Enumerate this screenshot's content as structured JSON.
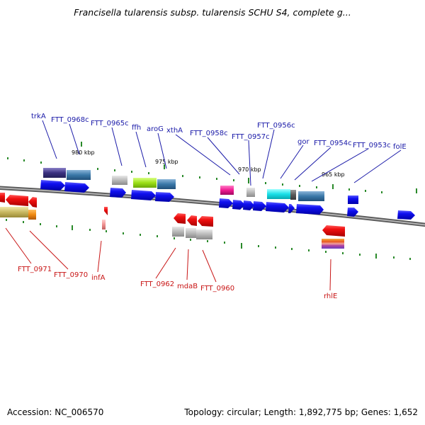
{
  "title": "Francisella tularensis subsp. tularensis SCHU S4, complete g...",
  "footer": {
    "accession": "Accession: NC_006570",
    "topology": "Topology: circular; Length: 1,892,775 bp; Genes: 1,652"
  },
  "kbp_ticks": [
    "980 kbp",
    "975 kbp",
    "970 kbp",
    "965 kbp"
  ],
  "genes_top": [
    "trkA",
    "FTT_0968c",
    "FTT_0965c",
    "ffh",
    "aroG",
    "xthA",
    "FTT_0958c",
    "FTT_0957c",
    "FTT_0956c",
    "gor",
    "FTT_0954c",
    "FTT_0953c",
    "folE"
  ],
  "genes_bottom": [
    "FTT_0971",
    "FTT_0970",
    "infA",
    "FTT_0962",
    "mdaB",
    "FTT_0960",
    "rhlE"
  ],
  "colors": {
    "forward_strand": "#0a0aee",
    "reverse_strand": "#ee0a0a",
    "top_label": "#1a1aa8",
    "bottom_label": "#c81414",
    "tick_mark": "#2a8a2a",
    "backbone": "#7a7a7a"
  }
}
